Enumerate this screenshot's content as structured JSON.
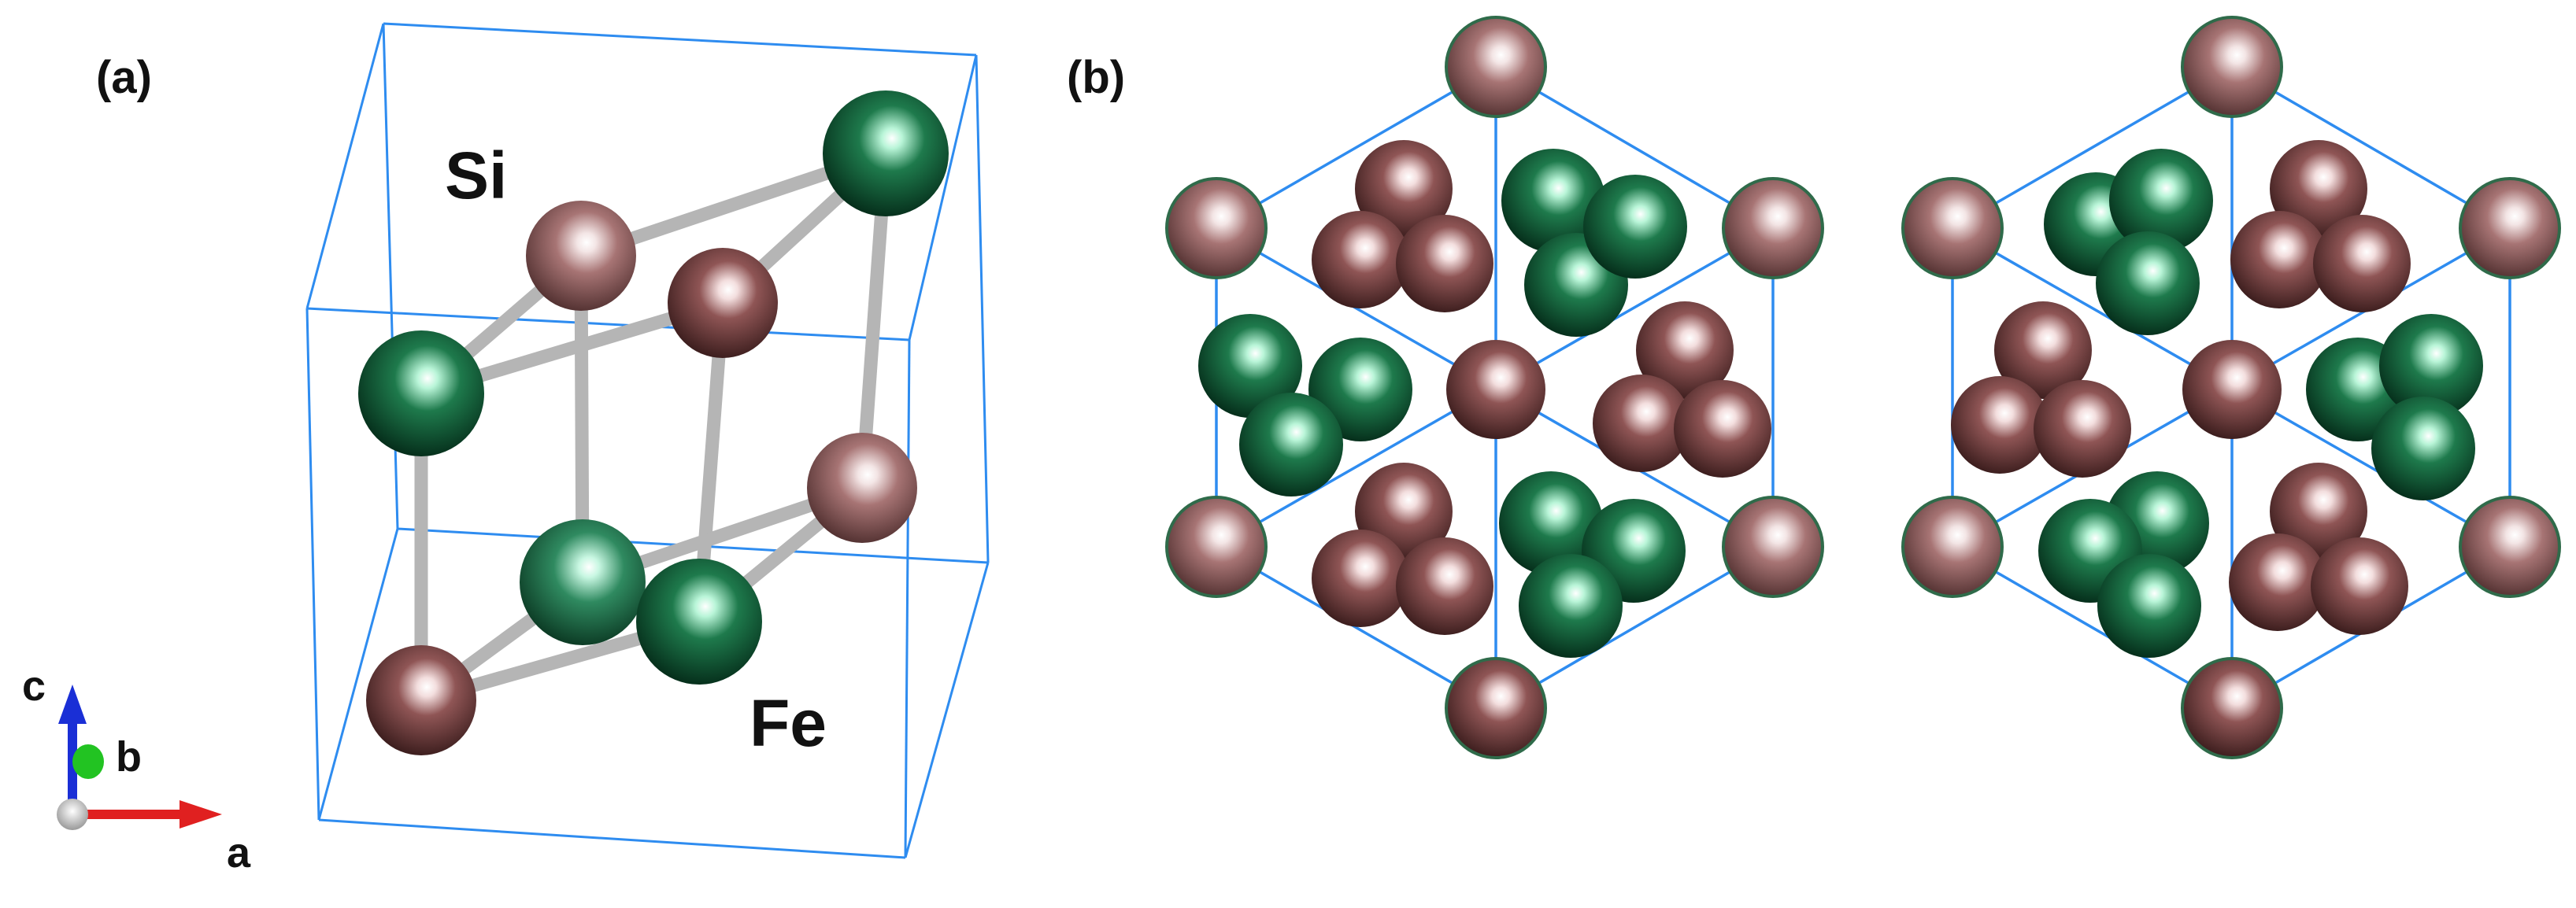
{
  "figure": {
    "panel_a": {
      "label": "(a)",
      "si_label": "Si",
      "fe_label": "Fe",
      "axes": {
        "c": "c",
        "b": "b",
        "a": "a"
      }
    },
    "panel_b": {
      "label": "(b)"
    }
  },
  "colors": {
    "fe_atom": "#1f7a4d",
    "si_atom": "#8a4e4e",
    "si_atom_light": "#a57070",
    "cell_edge": "#2e8cf0",
    "bond": "#b8b8b8",
    "axis_c": "#1a2fd6",
    "axis_a": "#e02020",
    "axis_b": "#22c322"
  }
}
